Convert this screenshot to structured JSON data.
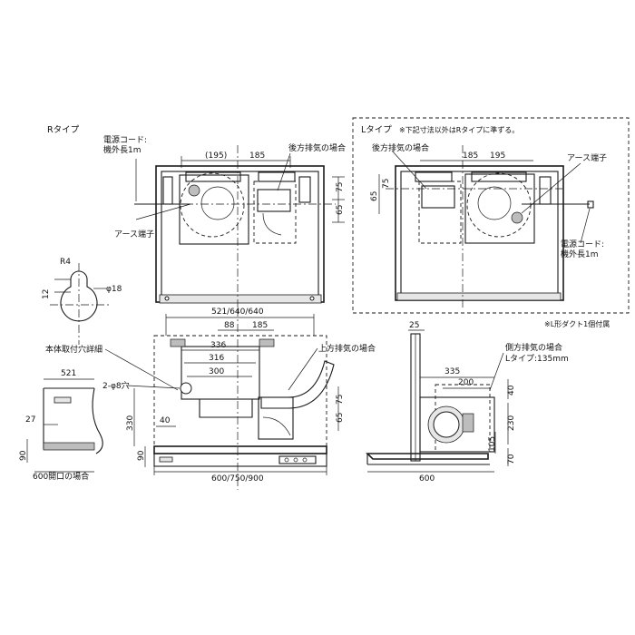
{
  "r_type": {
    "title": "Rタイプ",
    "power_cord_line1": "電源コード:",
    "power_cord_line2": "機外長1m",
    "earth_terminal": "アース端子",
    "rear_exhaust": "後方排気の場合",
    "dim_195": "(195)",
    "dim_185": "185",
    "dim_65": "65",
    "dim_75": "75"
  },
  "l_type": {
    "title": "Lタイプ",
    "note": "※下記寸法以外はRタイプに準ずる。",
    "rear_exhaust": "後方排気の場合",
    "earth_terminal": "アース端子",
    "power_cord_line1": "電源コード:",
    "power_cord_line2": "機外長1m",
    "dim_185": "185",
    "dim_195": "195",
    "dim_65": "65",
    "dim_75": "75"
  },
  "hole_detail": {
    "r4": "R4",
    "dim_12": "12",
    "phi18": "φ18",
    "label": "本体取付穴詳細"
  },
  "opening_600": {
    "dim_521": "521",
    "dim_27": "27",
    "dim_90": "90",
    "label": "600開口の場合"
  },
  "front_view": {
    "dim_width_top": "521/640/640",
    "dim_88": "88",
    "dim_185": "185",
    "dim_336": "336",
    "dim_316": "316",
    "dim_300": "300",
    "holes": "2-φ8穴",
    "dim_40": "40",
    "dim_330": "330",
    "dim_90": "90",
    "dim_65": "65",
    "dim_75": "75",
    "top_exhaust": "上方排気の場合",
    "dim_width_bottom": "600/750/900"
  },
  "side_view": {
    "duct_note": "※L形ダクト1個付属",
    "dim_25": "25",
    "side_exhaust": "側方排気の場合",
    "l_type_dim": "Lタイプ:135mm",
    "dim_335": "335",
    "dim_200": "200",
    "dim_40": "40",
    "dim_230": "230",
    "dim_105": "105",
    "dim_70": "70",
    "dim_600": "600"
  }
}
